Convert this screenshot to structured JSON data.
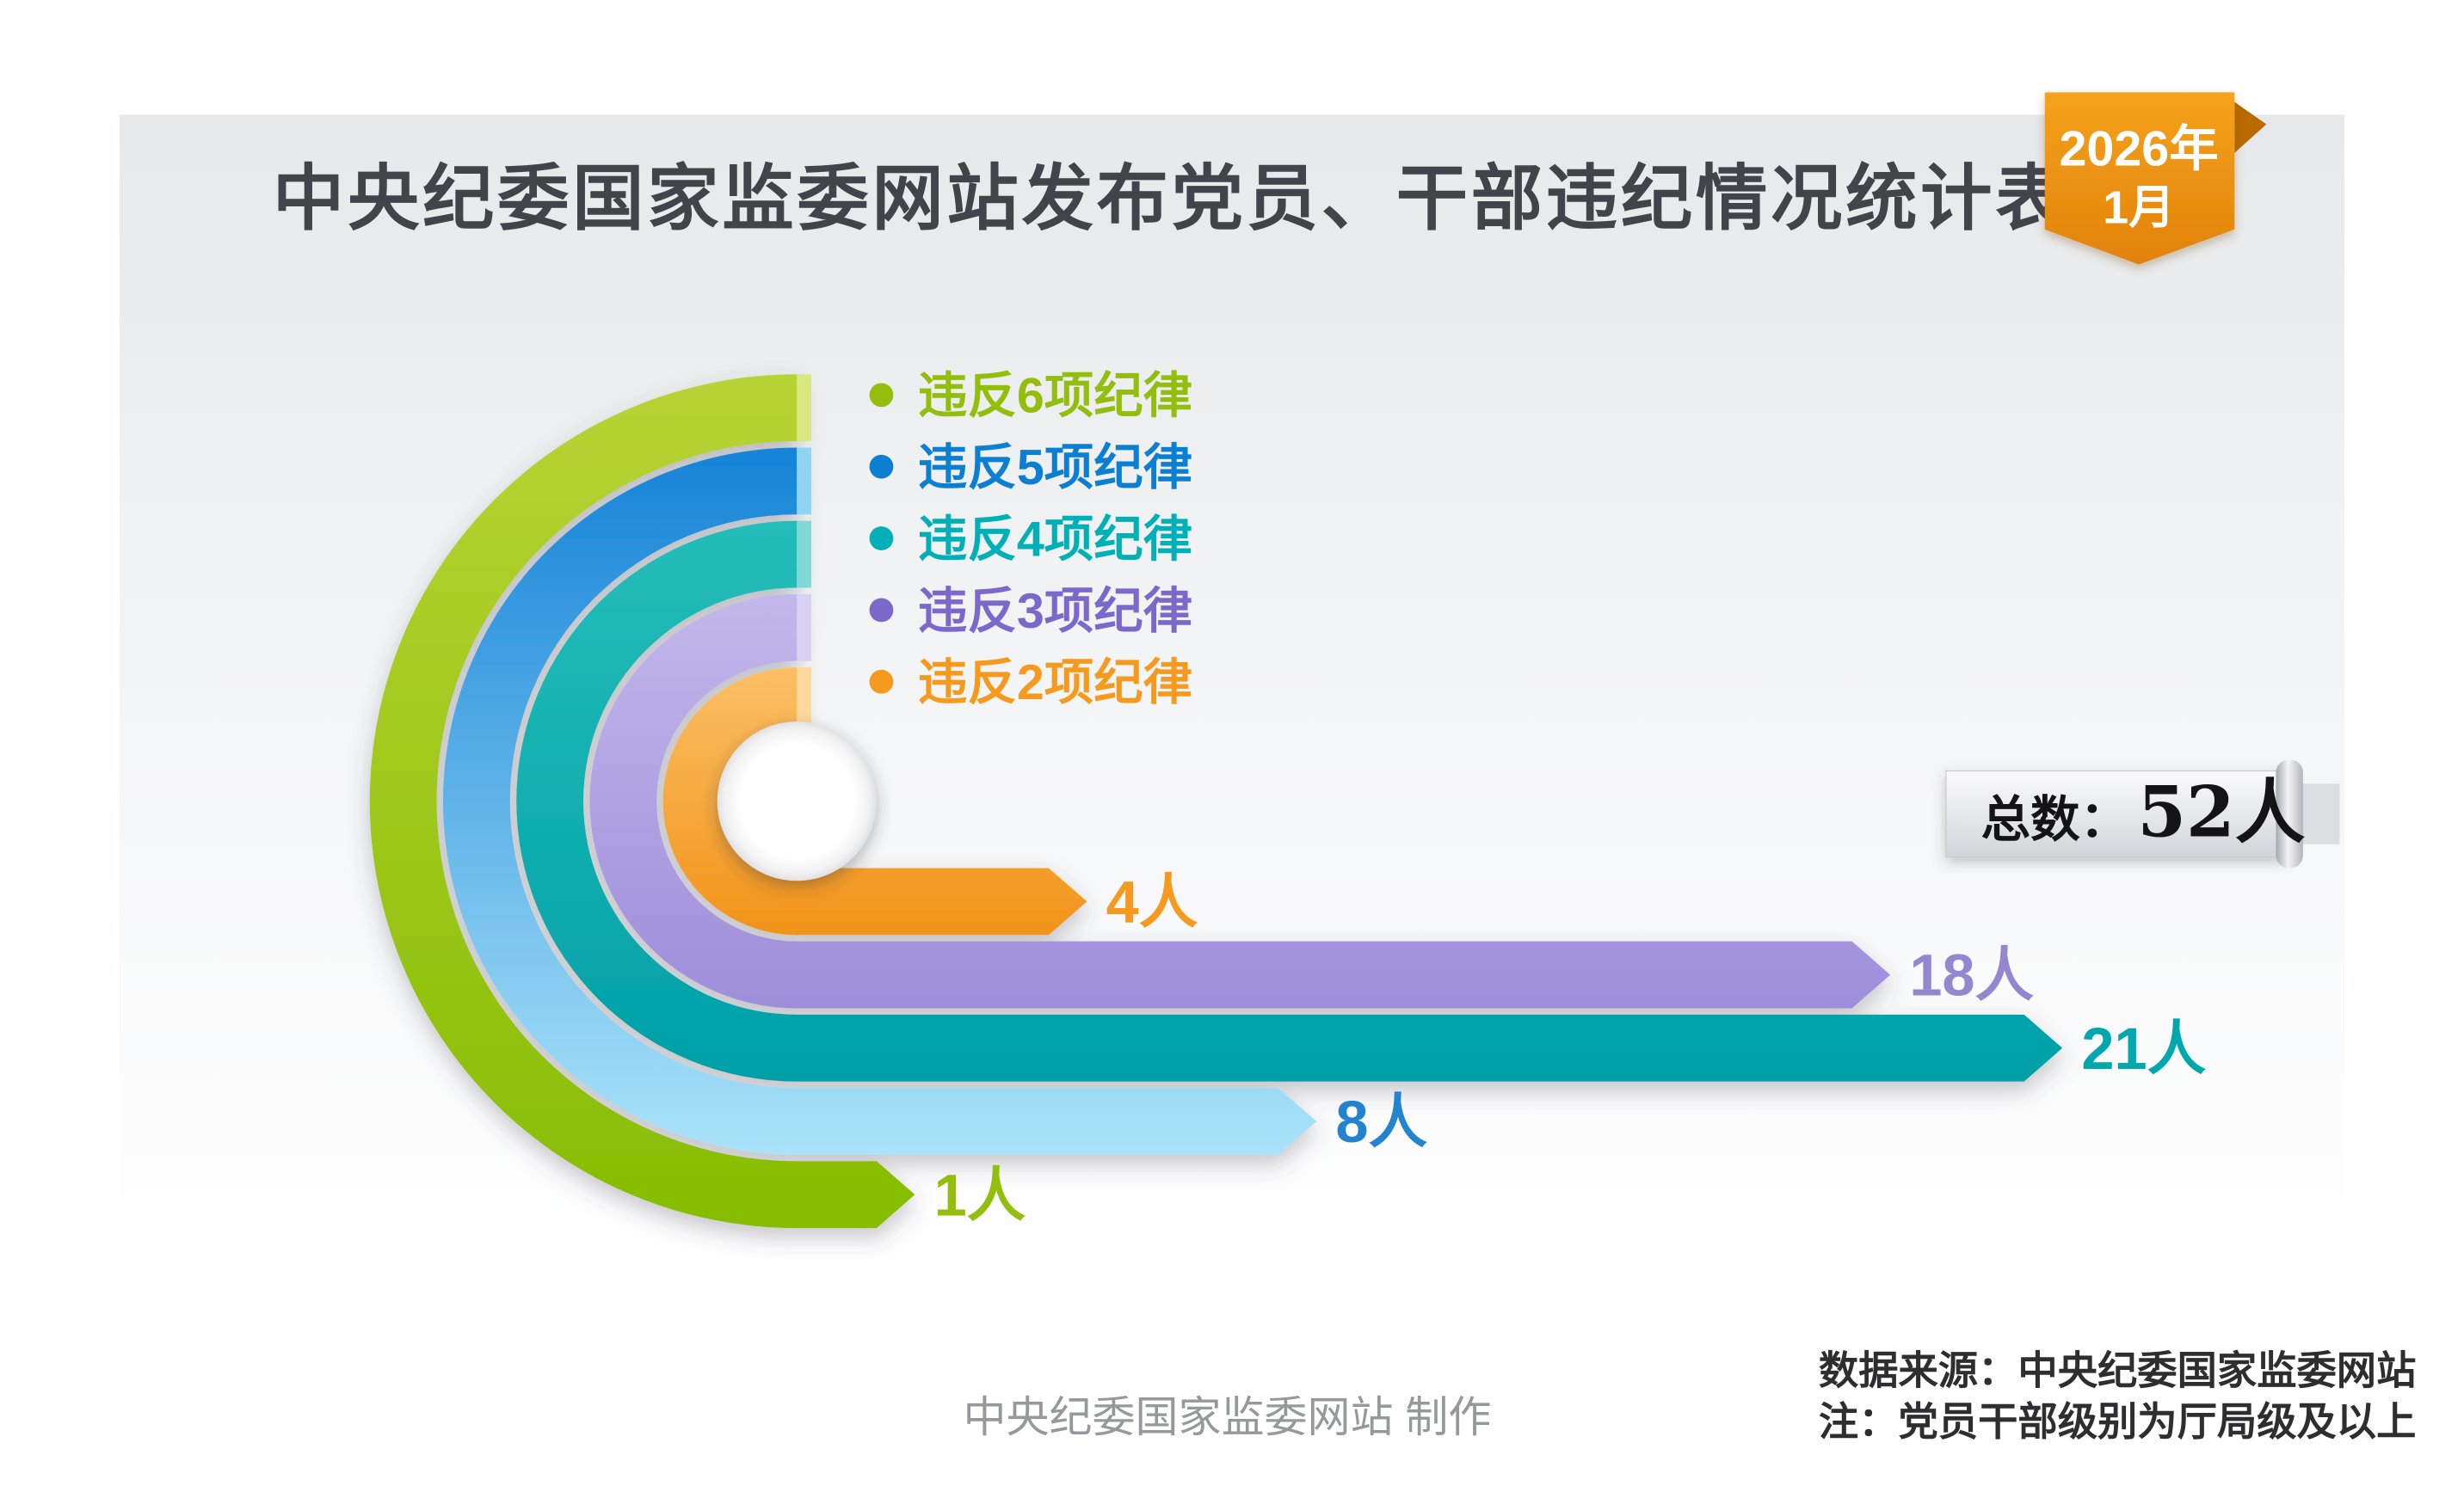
{
  "header": {
    "title": "中央纪委国家监委网站发布党员、干部违纪情况统计表",
    "ribbon": {
      "line1": "2026年",
      "line2": "1月"
    }
  },
  "total_banner": {
    "label": "总数：",
    "value": "52人"
  },
  "footer": {
    "credit": "中央纪委国家监委网站 制作",
    "source": "数据来源：中央纪委国家监委网站",
    "note": "注：党员干部级别为厅局级及以上"
  },
  "chart_data": {
    "type": "radial-bar",
    "title": "中央纪委国家监委网站发布党员、干部违纪情况统计表",
    "unit": "人",
    "total": 52,
    "legend_position": "top-center",
    "series": [
      {
        "name": "违反6项纪律",
        "value": 1,
        "label": "1人",
        "color_top": "#b9d335",
        "color_bottom": "#86bd02",
        "color_face": "#d9e87e",
        "legend_color": "#93be0d",
        "text_color": "#93be0d"
      },
      {
        "name": "违反5项纪律",
        "value": 8,
        "label": "8人",
        "color_top": "#1583d8",
        "color_bottom": "#abe3f9",
        "color_face": "#8fd4f2",
        "legend_color": "#0d7fd2",
        "text_color": "#2284cf"
      },
      {
        "name": "违反4项纪律",
        "value": 21,
        "label": "21人",
        "color_top": "#25bdb9",
        "color_bottom": "#00a0a8",
        "color_face": "#7fd9d6",
        "legend_color": "#00b0b6",
        "text_color": "#00a8ae"
      },
      {
        "name": "违反3项纪律",
        "value": 18,
        "label": "18人",
        "color_top": "#c3b7eb",
        "color_bottom": "#9e8dda",
        "color_face": "#d9d1f3",
        "legend_color": "#7c68ca",
        "text_color": "#9487d0"
      },
      {
        "name": "违反2项纪律",
        "value": 4,
        "label": "4人",
        "color_top": "#fbbf66",
        "color_bottom": "#f29318",
        "color_face": "#fdd89b",
        "legend_color": "#f59a1e",
        "text_color": "#f59a1e"
      }
    ]
  }
}
